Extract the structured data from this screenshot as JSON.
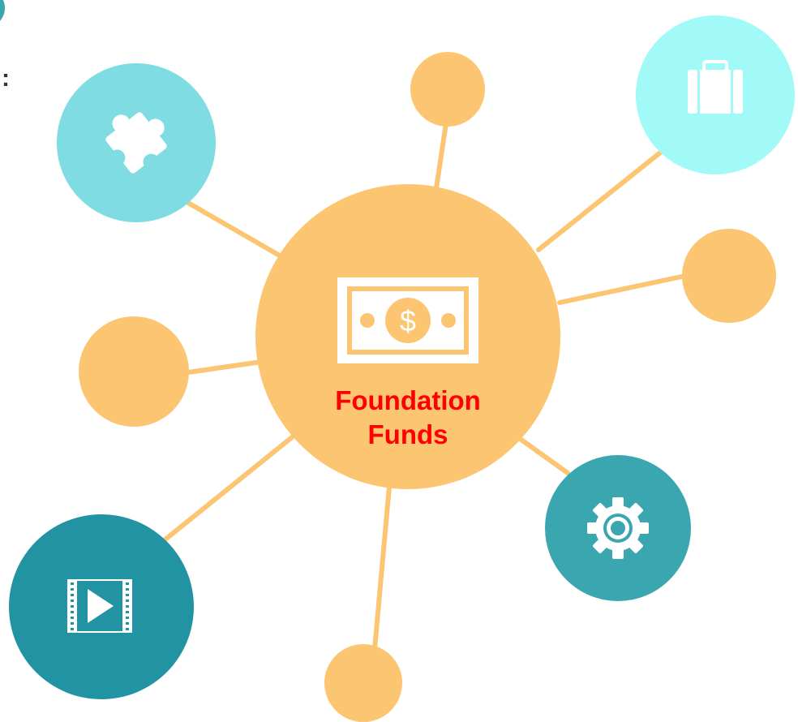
{
  "center": {
    "title_line1": "Foundation",
    "title_line2": "Funds",
    "icon": "dollar-bill-icon",
    "currency_symbol": "$"
  },
  "corner_mark": ":",
  "colors": {
    "orange": "#FBC572",
    "link": "#FBC572",
    "label": "#FF0000",
    "teal_light": "#7EDCE2",
    "aqua": "#A2FAF8",
    "teal_mid": "#3AA6AF",
    "teal_dark": "#2293A3",
    "white": "#FFFFFF"
  },
  "nodes": [
    {
      "id": "puzzle",
      "icon": "puzzle-icon"
    },
    {
      "id": "orange-top",
      "icon": ""
    },
    {
      "id": "briefcase",
      "icon": "briefcase-icon"
    },
    {
      "id": "orange-right",
      "icon": ""
    },
    {
      "id": "orange-left",
      "icon": ""
    },
    {
      "id": "gear",
      "icon": "gear-icon"
    },
    {
      "id": "video",
      "icon": "video-play-icon"
    },
    {
      "id": "orange-bottom",
      "icon": ""
    }
  ]
}
